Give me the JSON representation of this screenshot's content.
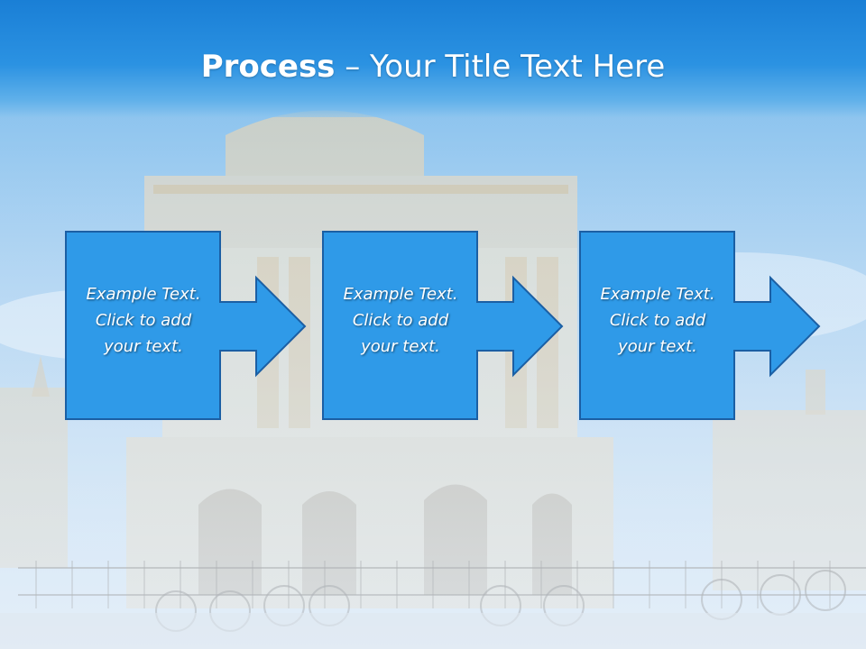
{
  "slide": {
    "title_bold": "Process",
    "title_rest": " – Your Title Text Here"
  },
  "steps": [
    {
      "line1": "Example Text.",
      "line2": "Click  to add",
      "line3": "your text."
    },
    {
      "line1": "Example Text.",
      "line2": "Click  to add",
      "line3": "your text."
    },
    {
      "line1": "Example Text.",
      "line2": "Click  to add",
      "line3": "your text."
    }
  ],
  "colors": {
    "title_band": "#1a7fd6",
    "box_fill": "#2f9ae8",
    "box_border": "#1b5fa4",
    "text": "#ffffff"
  },
  "background": {
    "icon": "building-photo"
  }
}
